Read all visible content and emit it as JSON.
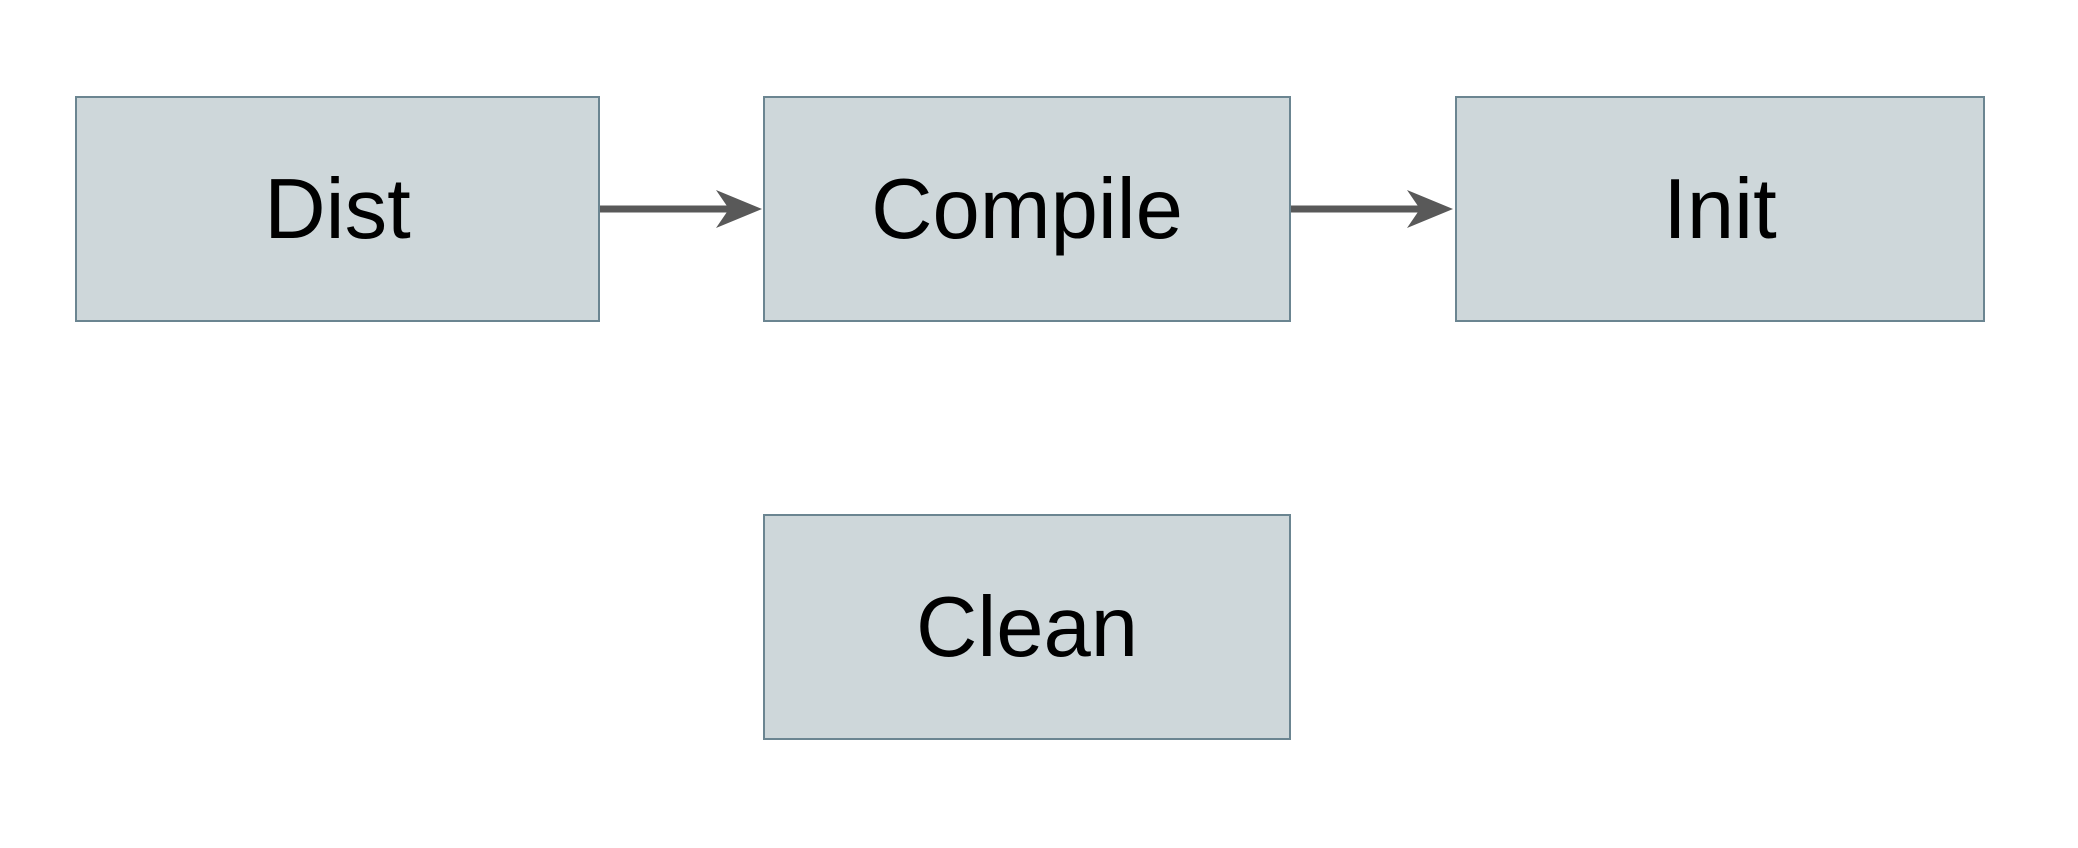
{
  "diagram": {
    "type": "flowchart",
    "nodes": [
      {
        "id": "dist",
        "label": "Dist"
      },
      {
        "id": "compile",
        "label": "Compile"
      },
      {
        "id": "init",
        "label": "Init"
      },
      {
        "id": "clean",
        "label": "Clean"
      }
    ],
    "edges": [
      {
        "from": "Dist",
        "to": "Compile",
        "direction": "right"
      },
      {
        "from": "Compile",
        "to": "Init",
        "direction": "right"
      }
    ],
    "colors": {
      "background": "#ffffff",
      "node_fill": "#ced7da",
      "node_border": "#6b8591",
      "arrow": "#595959",
      "label": "#000000"
    }
  }
}
